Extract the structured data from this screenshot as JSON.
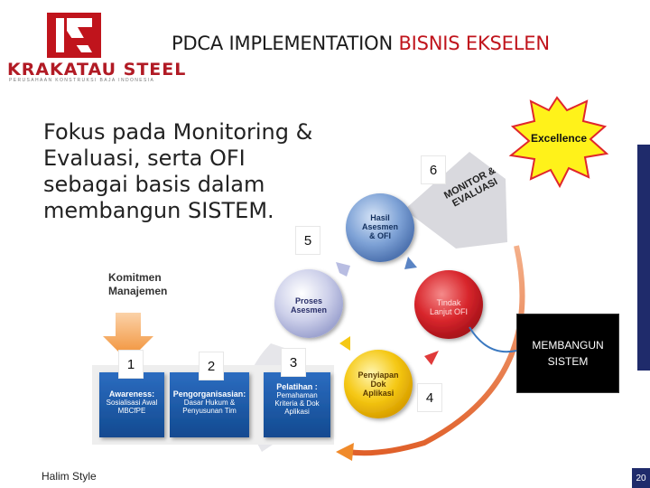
{
  "title": {
    "main": "PDCA IMPLEMENTATION",
    "highlight": "BISNIS EKSELEN"
  },
  "logo": {
    "name": "KRAKATAU STEEL",
    "tagline": "PERUSAHAAN KONSTRUKSI BAJA INDONESIA"
  },
  "focus_text": "Fokus pada Monitoring & Evaluasi, serta OFI sebagai basis dalam membangun SISTEM.",
  "excellence": "Excellence",
  "monitor": {
    "line1": "MONITOR &",
    "line2": "EVALUASI"
  },
  "komitmen": {
    "line1": "Komitmen",
    "line2": "Manajemen"
  },
  "circles": {
    "hasil": {
      "line1": "Hasil",
      "line2": "Asesmen",
      "line3": "& OFI"
    },
    "proses": {
      "line1": "Proses",
      "line2": "Asesmen"
    },
    "tindak": {
      "line1": "Tindak",
      "line2": "Lanjut OFI"
    },
    "penyiapan": {
      "line1": "Penyiapan",
      "line2": "Dok",
      "line3": "Aplikasi"
    }
  },
  "steps": {
    "awareness": {
      "title": "Awareness:",
      "line1": "Sosialisasi Awal",
      "line2": "MBCfPE"
    },
    "pengorganisasian": {
      "title": "Pengorganisasian:",
      "line1": "Dasar Hukum &",
      "line2": "Penyusunan Tim"
    },
    "pelatihan": {
      "title": "Pelatihan :",
      "line1": "Pemahaman",
      "line2": "Kriteria & Dok",
      "line3": "Aplikasi"
    }
  },
  "numbers": {
    "n1": "1",
    "n2": "2",
    "n3": "3",
    "n4": "4",
    "n5": "5",
    "n6": "6"
  },
  "sistem": {
    "line1": "MEMBANGUN",
    "line2": "SISTEM"
  },
  "footer": "Halim Style",
  "page": "20",
  "colors": {
    "accent_red": "#c0141c",
    "hasil_blue": "#6a8fc8",
    "proses_purple": "#c8c8e6",
    "tindak_red": "#d8262c",
    "penyiapan_yellow": "#f5c814",
    "step_blue": "#1c5ca8",
    "arrow_orange": "#f08a2a",
    "nav_blue": "#1f2b6b"
  }
}
